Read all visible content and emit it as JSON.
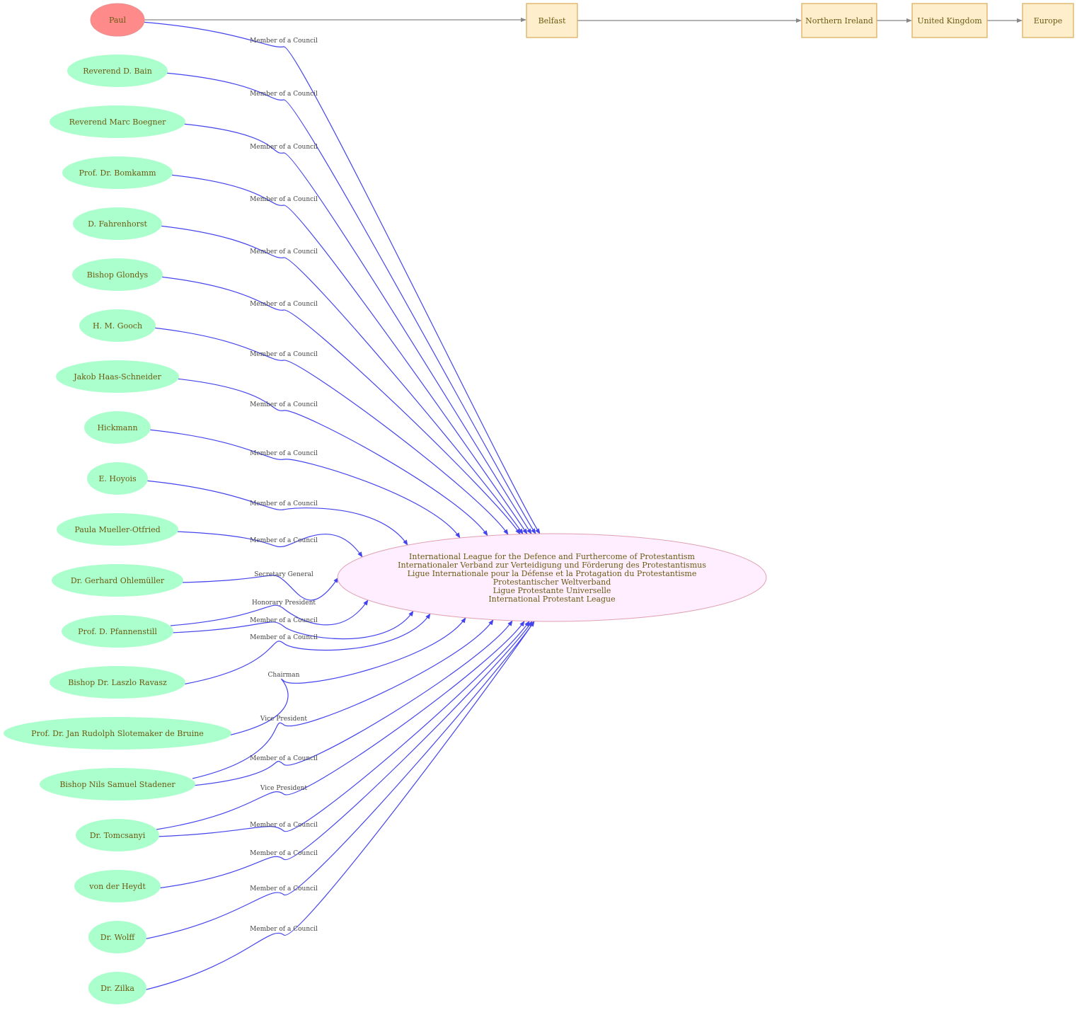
{
  "colors": {
    "person_fill": "#abffcc",
    "special_fill": "#ff8a8a",
    "center_fill": "#ffeeff",
    "center_stroke": "#e0a0b0",
    "place_fill": "#ffeecc",
    "place_stroke": "#d8aa55",
    "edge_blue": "#4444ee",
    "edge_gray": "#888888"
  },
  "center_node": {
    "lines": [
      "International League for the Defence and Furthercome of Protestantism",
      "Internationaler Verband zur Verteidigung und Förderung des Protestantismus",
      "Ligue Internationale pour la Défense et la Protagation du Protestantisme",
      "Protestantischer Weltverband",
      "Ligue Protestante Universelle",
      "International Protestant League"
    ]
  },
  "persons": [
    {
      "name": "Paul",
      "role": "Member of a Council",
      "special": true
    },
    {
      "name": "Reverend D. Bain",
      "role": "Member of a Council"
    },
    {
      "name": "Reverend Marc Boegner",
      "role": "Member of a Council"
    },
    {
      "name": "Prof. Dr. Bomkamm",
      "role": "Member of a Council"
    },
    {
      "name": "D. Fahrenhorst",
      "role": "Member of a Council"
    },
    {
      "name": "Bishop Glondys",
      "role": "Member of a Council"
    },
    {
      "name": "H. M. Gooch",
      "role": "Member of a Council"
    },
    {
      "name": "Jakob Haas-Schneider",
      "role": "Member of a Council"
    },
    {
      "name": "Hickmann",
      "role": "Member of a Council"
    },
    {
      "name": "E. Hoyois",
      "role": "Member of a Council"
    },
    {
      "name": "Paula Mueller-Otfried",
      "role": "Member of a Council"
    },
    {
      "name": "Dr. Gerhard Ohlemüller",
      "role": "Secretary General"
    },
    {
      "name": "Prof. D. Pfannenstill",
      "roles": [
        "Honorary President",
        "Member of a Council"
      ]
    },
    {
      "name": "Bishop Dr. Laszlo Ravasz",
      "role": "Member of a Council"
    },
    {
      "name": "Prof. Dr. Jan Rudolph Slotemaker de Bruine",
      "role": "Chairman"
    },
    {
      "name": "Bishop Nils Samuel Stadener",
      "roles": [
        "Vice President",
        "Member of a Council"
      ]
    },
    {
      "name": "Dr. Tomcsanyi",
      "roles": [
        "Vice President",
        "Member of a Council"
      ]
    },
    {
      "name": "von der Heydt",
      "role": "Member of a Council"
    },
    {
      "name": "Dr. Wolff",
      "role": "Member of a Council"
    },
    {
      "name": "Dr. Zilka",
      "role": "Member of a Council"
    }
  ],
  "places": [
    "Belfast",
    "Northern Ireland",
    "United Kingdom",
    "Europe"
  ]
}
